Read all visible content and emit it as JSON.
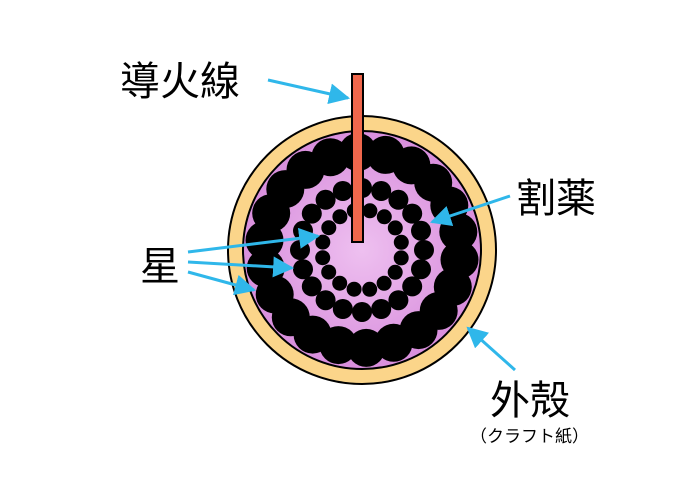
{
  "labels": {
    "fuse": "導火線",
    "bursting_charge": "割薬",
    "stars": "星",
    "shell": "外殻",
    "shell_note": "（クラフト紙）"
  },
  "colors": {
    "shell": "#fbd58a",
    "charge": "#e1a4e6",
    "star": "#000000",
    "fuse": "#f0674c",
    "arrow": "#2fb7ea"
  }
}
